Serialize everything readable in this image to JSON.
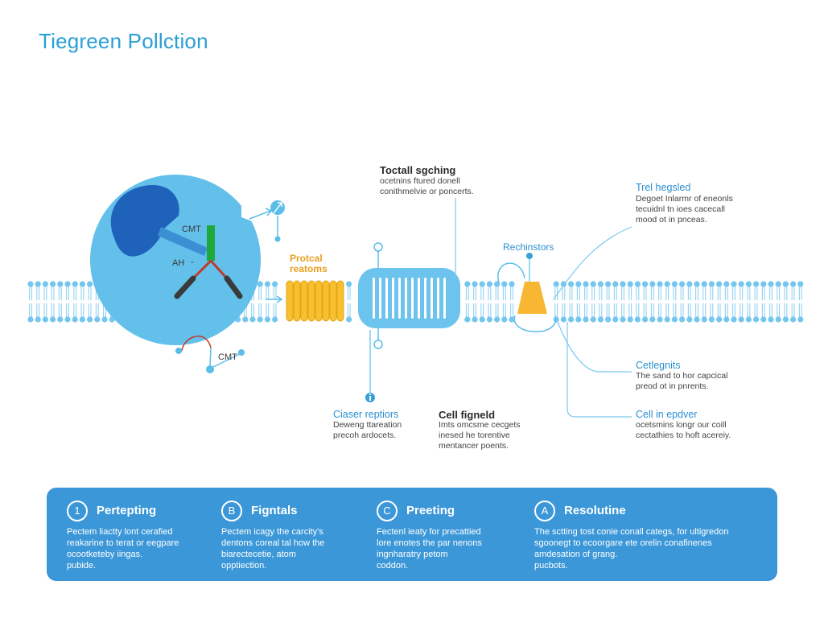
{
  "title": "Tiegreen Pollction",
  "colors": {
    "title": "#2a9fd4",
    "accent_blue": "#2a8fd0",
    "membrane_head": "#74c6ee",
    "membrane_tail": "#93d2f2",
    "cell": "#62c0ea",
    "dark_protein": "#1e63b9",
    "protein_stem": "#3d8fd3",
    "green_bar": "#1fa83c",
    "red_link": "#c0392b",
    "yellow_protein": "#f6c02e",
    "channel": "#6cc4ee",
    "cone": "#f7b733",
    "panel": "#3b97d8"
  },
  "diagram": {
    "cmt_top": "CMT",
    "ah": "AH",
    "ah_dash": "-",
    "cmt_bottom": "CMT",
    "protein_label": {
      "line1": "Protcal",
      "line2": "reatoms"
    },
    "receptor_label": "Rechinstors",
    "info_icon": "info-icon",
    "callouts": {
      "toctall": {
        "title": "Toctall sgching",
        "lines": [
          "ocetnins ftured donell",
          "conithmelvie or poncerts."
        ]
      },
      "trel": {
        "title": "Trel hegsled",
        "lines": [
          "Degoet Inlarmr of eneonls",
          "tecuidnl tn ioes cacecall",
          "mood ot in pnceas."
        ]
      },
      "cetlegnits": {
        "title": "Cetlegnits",
        "lines": [
          "The sand to hor capcical",
          "preod ot in pnrents."
        ]
      },
      "cell_epdver": {
        "title": "Cell in epdver",
        "lines": [
          "ocetsmins longr our coill",
          "cectathies to hoft acereiy."
        ]
      },
      "ciaser": {
        "title": "Ciaser reptiors",
        "lines": [
          "Deweng ttareation",
          "precoh ardocets."
        ]
      },
      "cell_figneld": {
        "title": "Cell figneld",
        "lines": [
          "Imts omcsme cecgets",
          "inesed he torentive",
          "mentancer poents."
        ]
      }
    }
  },
  "panel": {
    "steps": [
      {
        "badge": "1",
        "title": "Pertepting",
        "lines": [
          "Pectem liactty lont cerafied",
          "reakarine to terat or eegpare",
          "ocootketeby iingas.",
          "pubide."
        ]
      },
      {
        "badge": "B",
        "title": "Figntals",
        "lines": [
          "Pectem icagy the carcity's",
          "dentons coreal tal how the",
          "biarectecetie, atom",
          "opptiection."
        ]
      },
      {
        "badge": "C",
        "title": "Preeting",
        "lines": [
          "Fectenl ieaty for precattied",
          "lore enotes the par nenons",
          "ingnharatry petom",
          "coddon."
        ]
      },
      {
        "badge": "A",
        "title": "Resolutine",
        "lines": [
          "The sctting tost conie conall categs, for ultigredon",
          "sgoonegt to ecoorgare ete orelin conafinenes",
          "amdesation of grang.",
          "pucbots."
        ]
      }
    ]
  }
}
